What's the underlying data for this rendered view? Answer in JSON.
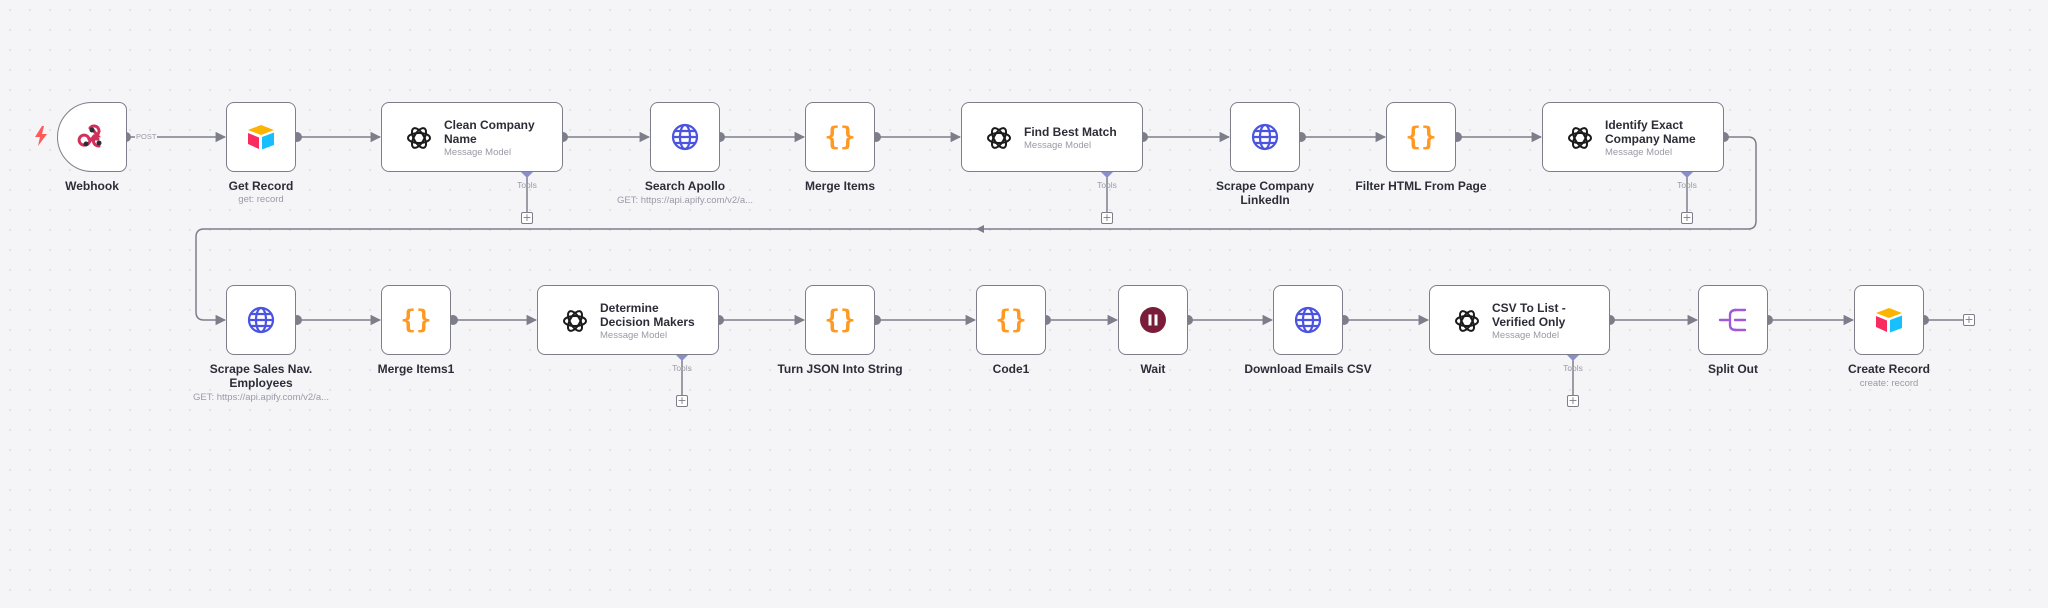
{
  "workflow": {
    "trigger_port_label": "POST",
    "tools_label": "Tools",
    "nodes": {
      "webhook": {
        "title": "Webhook",
        "icon": "webhook-icon"
      },
      "get_record": {
        "title": "Get Record",
        "subtitle": "get: record",
        "icon": "airtable-icon"
      },
      "clean_company_name": {
        "title": "Clean Company Name",
        "subtitle": "Message Model",
        "icon": "openai-icon"
      },
      "search_apollo": {
        "title": "Search Apollo",
        "subtitle": "GET: https://api.apify.com/v2/a...",
        "icon": "globe-icon"
      },
      "merge_items": {
        "title": "Merge Items",
        "icon": "code-braces-icon"
      },
      "find_best_match": {
        "title": "Find Best Match",
        "subtitle": "Message Model",
        "icon": "openai-icon"
      },
      "scrape_company_linkedin": {
        "title": "Scrape Company LinkedIn",
        "icon": "globe-icon"
      },
      "filter_html": {
        "title": "Filter HTML From Page",
        "icon": "code-braces-icon"
      },
      "identify_exact": {
        "title": "Identify Exact Company Name",
        "subtitle": "Message Model",
        "icon": "openai-icon"
      },
      "scrape_sales_nav": {
        "title": "Scrape Sales Nav. Employees",
        "subtitle": "GET: https://api.apify.com/v2/a...",
        "icon": "globe-icon"
      },
      "merge_items1": {
        "title": "Merge Items1",
        "icon": "code-braces-icon"
      },
      "determine_decision": {
        "title": "Determine Decision Makers",
        "subtitle": "Message Model",
        "icon": "openai-icon"
      },
      "turn_json": {
        "title": "Turn JSON Into String",
        "icon": "code-braces-icon"
      },
      "code1": {
        "title": "Code1",
        "icon": "code-braces-icon"
      },
      "wait": {
        "title": "Wait",
        "icon": "pause-icon"
      },
      "download_emails": {
        "title": "Download Emails CSV",
        "icon": "globe-icon"
      },
      "csv_to_list": {
        "title": "CSV To List - Verified Only",
        "subtitle": "Message Model",
        "icon": "openai-icon"
      },
      "split_out": {
        "title": "Split Out",
        "icon": "split-out-icon"
      },
      "create_record": {
        "title": "Create Record",
        "subtitle": "create: record",
        "icon": "airtable-icon"
      }
    }
  },
  "colors": {
    "wire": "#7e7e8a",
    "tools_diamond": "#8a8fc8",
    "globe": "#4a54e0",
    "braces": "#ff9922",
    "wait": "#7a1d3a",
    "split": "#a05ad8",
    "webhook": "#d0305a",
    "bolt": "#ff5a5a"
  }
}
